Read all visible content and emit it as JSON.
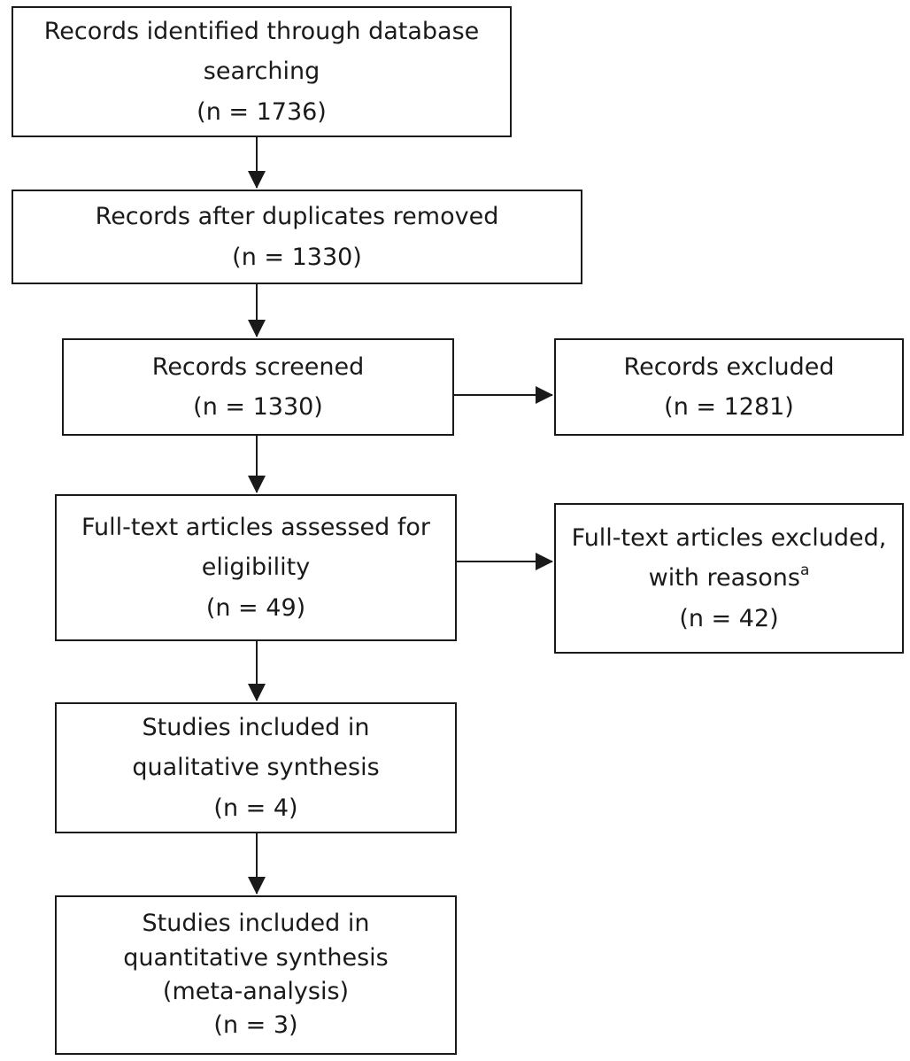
{
  "boxes": {
    "identified": {
      "line1": "Records identified through database",
      "line2": "searching",
      "count": "(n = 1736)"
    },
    "after_duplicates": {
      "line1": "Records after duplicates removed",
      "count": "(n = 1330)"
    },
    "screened": {
      "line1": "Records screened",
      "count": "(n = 1330)"
    },
    "excluded": {
      "line1": "Records excluded",
      "count": "(n = 1281)"
    },
    "fulltext_assessed": {
      "line1": "Full-text articles assessed for",
      "line2": "eligibility",
      "count": "(n = 49)"
    },
    "fulltext_excluded": {
      "line1": "Full-text articles excluded,",
      "line2": "with reasons",
      "footnote_mark": "a",
      "count": "(n = 42)"
    },
    "qualitative": {
      "line1": "Studies included in",
      "line2": "qualitative synthesis",
      "count": "(n = 4)"
    },
    "quantitative": {
      "line1": "Studies included in",
      "line2": "quantitative synthesis",
      "line3": "(meta-analysis)",
      "count": "(n = 3)"
    }
  },
  "colors": {
    "line": "#1a1a1a",
    "background": "#ffffff"
  }
}
